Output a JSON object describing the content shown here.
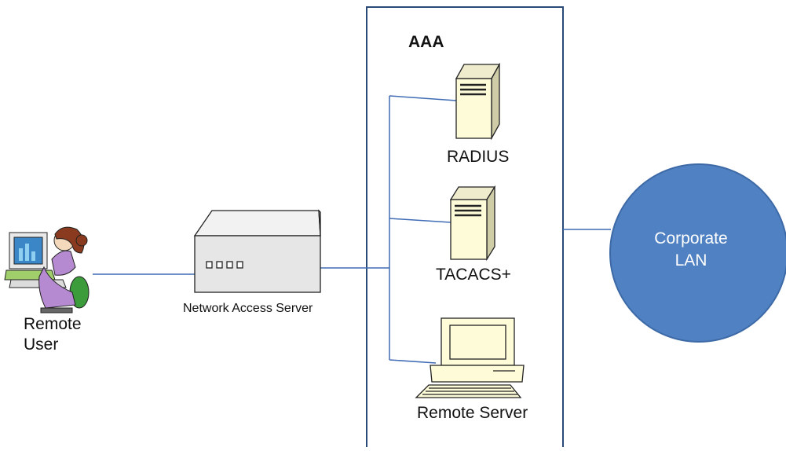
{
  "labels": {
    "remote_user": "Remote\nUser",
    "network_access_server": "Network Access Server",
    "aaa": "AAA",
    "radius": "RADIUS",
    "tacacs": "TACACS+",
    "remote_server": "Remote Server",
    "corporate_lan": "Corporate\nLAN"
  },
  "colors": {
    "line": "#3f6cb4",
    "box_border": "#2a4a78",
    "lan_fill": "#5081c2",
    "lan_stroke": "#3d6aa6",
    "server_fill": "#fdfbd8",
    "nas_fill": "#e6e6e6"
  }
}
